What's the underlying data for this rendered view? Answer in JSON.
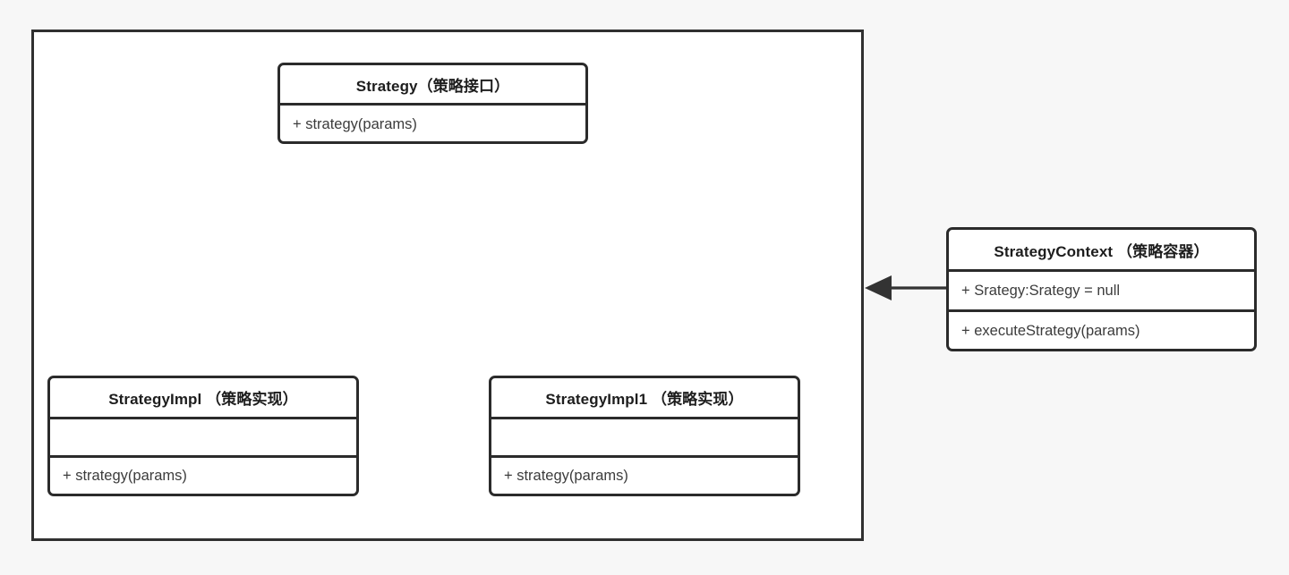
{
  "diagram": {
    "type": "uml-class-diagram",
    "pattern": "Strategy Pattern",
    "container": {
      "name": "strategy-group-container",
      "label": ""
    },
    "classes": [
      {
        "id": "strategy",
        "title": "Strategy（策略接口）",
        "attributes": [],
        "methods": [
          "+ strategy(params)"
        ],
        "has_empty_attribute_compartment": false
      },
      {
        "id": "strategycontext",
        "title": "StrategyContext （策略容器）",
        "attributes": [
          "+ Srategy:Srategy = null"
        ],
        "methods": [
          "+ executeStrategy(params)"
        ],
        "has_empty_attribute_compartment": false
      },
      {
        "id": "strategyimpl",
        "title": "StrategyImpl （策略实现）",
        "attributes": [
          ""
        ],
        "methods": [
          "+ strategy(params)"
        ],
        "has_empty_attribute_compartment": true
      },
      {
        "id": "strategyimpl1",
        "title": "StrategyImpl1 （策略实现）",
        "attributes": [
          ""
        ],
        "methods": [
          "+ strategy(params)"
        ],
        "has_empty_attribute_compartment": true
      }
    ],
    "connections": [
      {
        "id": "impl-to-strategy",
        "from": "StrategyImpl, StrategyImpl1",
        "to": "Strategy",
        "style": "inheritance",
        "arrowhead": "solid-triangle",
        "line": "solid"
      },
      {
        "id": "context-to-group",
        "from": "StrategyContext （策略容器）",
        "to": "strategy-group-container",
        "style": "association",
        "arrowhead": "solid-triangle",
        "line": "solid"
      }
    ],
    "colors": {
      "page_background": "#f7f7f7",
      "class_fill": "#ffffff",
      "border": "#2b2b2b",
      "container_border": "#303030",
      "title_text": "#1d1d1d",
      "member_text": "#3c3c3c",
      "connector": "#333333"
    }
  }
}
